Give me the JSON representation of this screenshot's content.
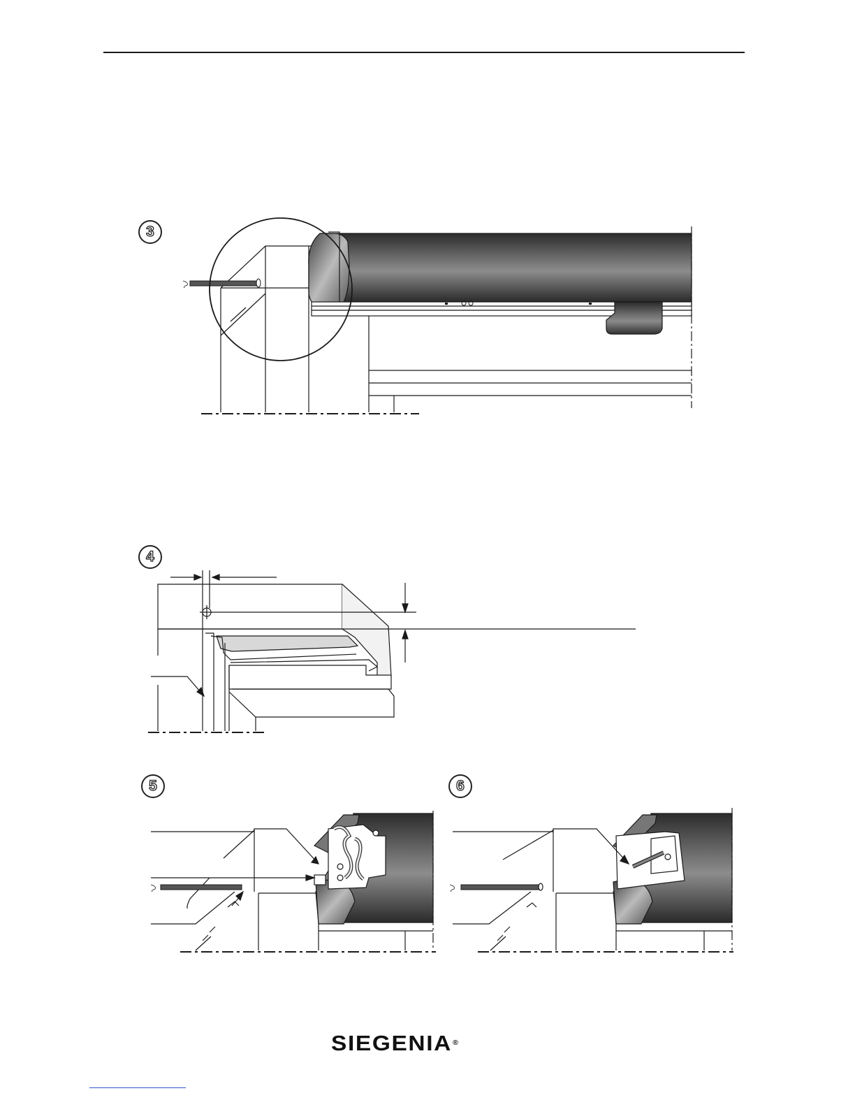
{
  "steps": [
    {
      "id": "step-3",
      "number": "3"
    },
    {
      "id": "step-4",
      "number": "4"
    },
    {
      "id": "step-5",
      "number": "5"
    },
    {
      "id": "step-6",
      "number": "6"
    }
  ],
  "footer": {
    "brand": "SIEGENIA",
    "registered_mark": "®"
  },
  "colors": {
    "line": "#1a1a1a",
    "rod_dark": "#3a3a3a",
    "rod_light": "#9a9a9a",
    "link_underline": "#3355cc"
  }
}
